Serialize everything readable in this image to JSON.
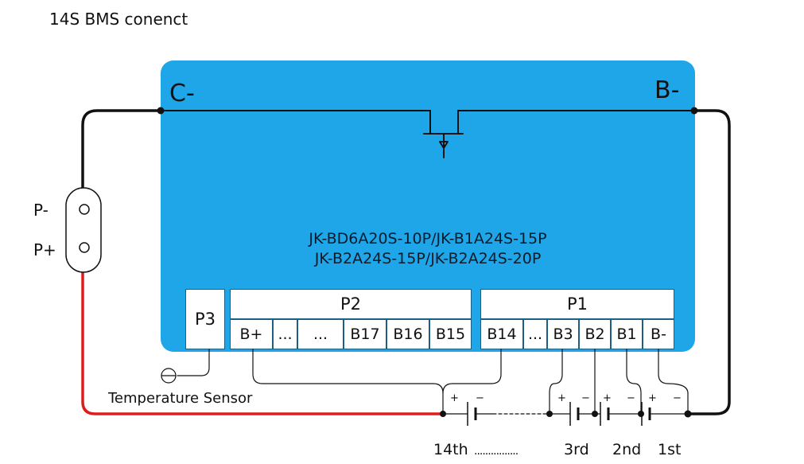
{
  "title": "14S BMS conenct",
  "board": {
    "c_minus": "C-",
    "b_minus": "B-",
    "model_line_1": "JK-BD6A20S-10P/JK-B1A24S-15P",
    "model_line_2": "JK-B2A24S-15P/JK-B2A24S-20P"
  },
  "connectors": {
    "p3": "P3",
    "p2": {
      "label": "P2",
      "pins": [
        "B+",
        "...",
        "...",
        "B17",
        "B16",
        "B15"
      ]
    },
    "p1": {
      "label": "P1",
      "pins": [
        "B14",
        "...",
        "B3",
        "B2",
        "B1",
        "B-"
      ]
    }
  },
  "output": {
    "p_minus": "P-",
    "p_plus": "P+"
  },
  "sensor_label": "Temperature Sensor",
  "cells": {
    "cell_14": "14th",
    "dots": "................",
    "cell_3": "3rd",
    "cell_2": "2nd",
    "cell_1": "1st",
    "plus": "+",
    "minus": "−"
  },
  "colors": {
    "board": "#1ea6e8",
    "wire_black": "#111111",
    "wire_red": "#e01b1b"
  }
}
